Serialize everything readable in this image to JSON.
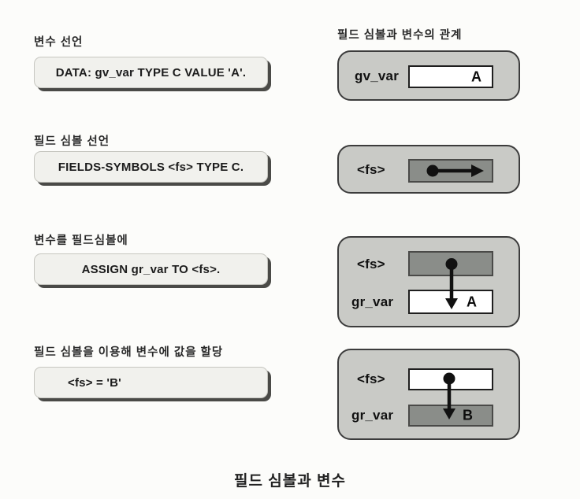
{
  "left": {
    "sections": [
      {
        "label": "변수 선언",
        "code": "DATA: gv_var TYPE C VALUE 'A'."
      },
      {
        "label": "필드 심볼 선언",
        "code": "FIELDS-SYMBOLS <fs> TYPE C."
      },
      {
        "label": "변수를 필드심볼에",
        "code": "ASSIGN gr_var TO <fs>."
      },
      {
        "label": "필드 심볼을 이용해 변수에 값을 할당",
        "code": "<fs> = 'B'"
      }
    ]
  },
  "right": {
    "heading": "필드 심볼과 변수의 관계",
    "panels": [
      {
        "var_label": "gv_var",
        "value": "A"
      },
      {
        "fs_label": "<fs>"
      },
      {
        "fs_label": "<fs>",
        "var_label": "gr_var",
        "value": "A"
      },
      {
        "fs_label": "<fs>",
        "var_label": "gr_var",
        "value": "B"
      }
    ]
  },
  "caption": "필드 심볼과 변수",
  "colors": {
    "panel_bg": "#c9cac6",
    "dark_cell": "#8a8d89",
    "code_box_bg": "#f1f1ed",
    "shadow": "#4a4a47",
    "arrow": "#111111"
  }
}
